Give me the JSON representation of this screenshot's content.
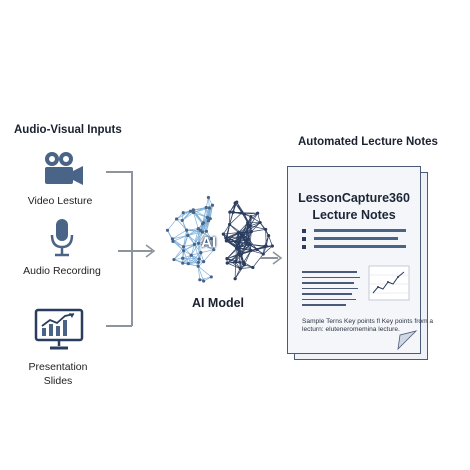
{
  "inputs": {
    "heading": "Audio-Visual Inputs",
    "items": [
      {
        "label": "Video Lesture",
        "icon": "video-camera-icon"
      },
      {
        "label": "Audio Recording",
        "icon": "microphone-icon"
      },
      {
        "label_line1": "Presentation",
        "label_line2": "Slides",
        "icon": "presentation-chart-icon"
      }
    ]
  },
  "model": {
    "center_text": "AI",
    "label": "AI Model"
  },
  "output": {
    "heading": "Automated Lecture Notes",
    "doc_title_line1": "LessonCapture360",
    "doc_title_line2": "Lecture Notes",
    "sample_text_line1": "Sample Terns Key points fl Key points from a",
    "sample_text_line2": "lecturn: eluteneromemina lecture."
  },
  "colors": {
    "navy": "#2b3d5f",
    "steel": "#4a6488",
    "light_blue": "#7fb0d8",
    "wire": "#8d949c",
    "doc_bg": "#eef1f6"
  }
}
